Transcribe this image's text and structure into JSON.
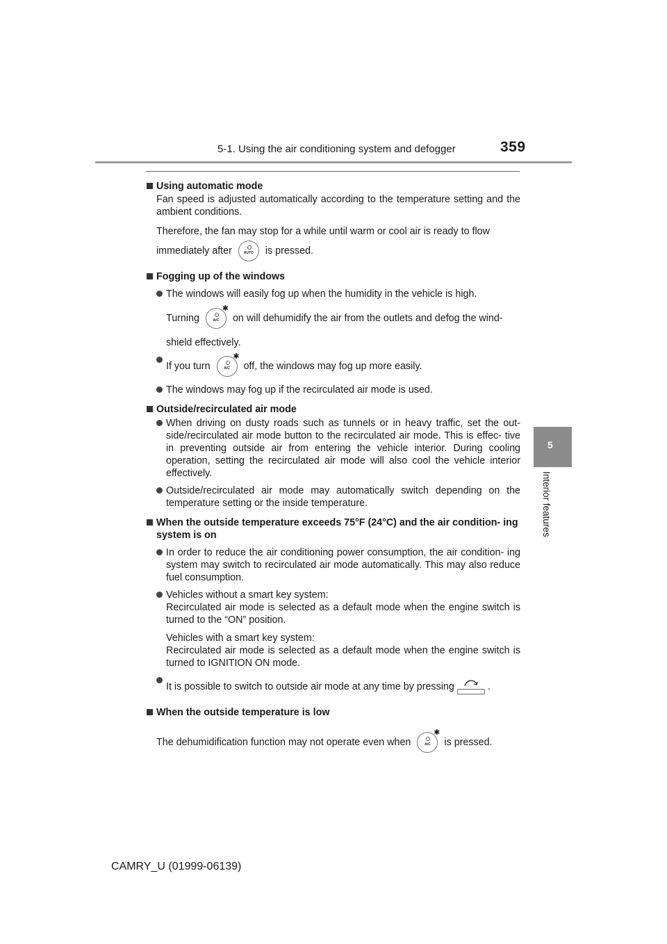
{
  "header": {
    "section_title": "5-1. Using the air conditioning system and defogger",
    "page_number": "359"
  },
  "side_tab": {
    "number": "5",
    "label": "Interior features"
  },
  "icons": {
    "auto_label": "AUTO",
    "ac_label": "A/C"
  },
  "sections": {
    "auto": {
      "heading": "Using automatic mode",
      "p1": "Fan speed is adjusted automatically according to the temperature setting and the ambient conditions.",
      "p2_a": "Therefore, the fan may stop for a while until warm or cool air is ready to flow",
      "p2_b": "immediately after",
      "p2_c": "is pressed."
    },
    "fogging": {
      "heading": "Fogging up of the windows",
      "b1_a": "The windows will easily fog up when the humidity in the vehicle is high.",
      "b1_b": "Turning",
      "b1_c": "on will dehumidify the air from the outlets and defog the wind-",
      "b1_d": "shield effectively.",
      "b2_a": "If you turn",
      "b2_b": "off, the windows may fog up more easily.",
      "b3": "The windows may fog up if the recirculated air mode is used."
    },
    "recirc": {
      "heading": "Outside/recirculated air mode",
      "b1": "When driving on dusty roads such as tunnels or in heavy traffic, set the out- side/recirculated air mode button to the recirculated air mode. This is effec- tive in preventing outside air from entering the vehicle interior. During cooling operation, setting the recirculated air mode will also cool the vehicle interior effectively.",
      "b2": "Outside/recirculated air mode may automatically switch depending on the temperature setting or the inside temperature."
    },
    "hot": {
      "heading": "When the outside temperature exceeds 75°F (24°C) and the air condition- ing system is on",
      "b1": "In order to reduce the air conditioning power consumption, the air condition- ing system may switch to recirculated air mode automatically. This may also reduce fuel consumption.",
      "b2_l1": "Vehicles without a smart key system:",
      "b2_l2": "Recirculated air mode is selected as a default mode when the engine switch is turned to the “ON” position.",
      "b2_l3": "Vehicles with a smart key system:",
      "b2_l4": "Recirculated air mode is selected as a default mode when the engine switch is turned to IGNITION ON mode.",
      "b3_a": "It is possible to switch to outside air mode at any time by pressing",
      "b3_b": "."
    },
    "cold": {
      "heading": "When the outside temperature is low",
      "p_a": "The dehumidification function may not operate even when",
      "p_b": "is pressed."
    }
  },
  "footer": {
    "model_code": "CAMRY_U (01999-06139)"
  }
}
